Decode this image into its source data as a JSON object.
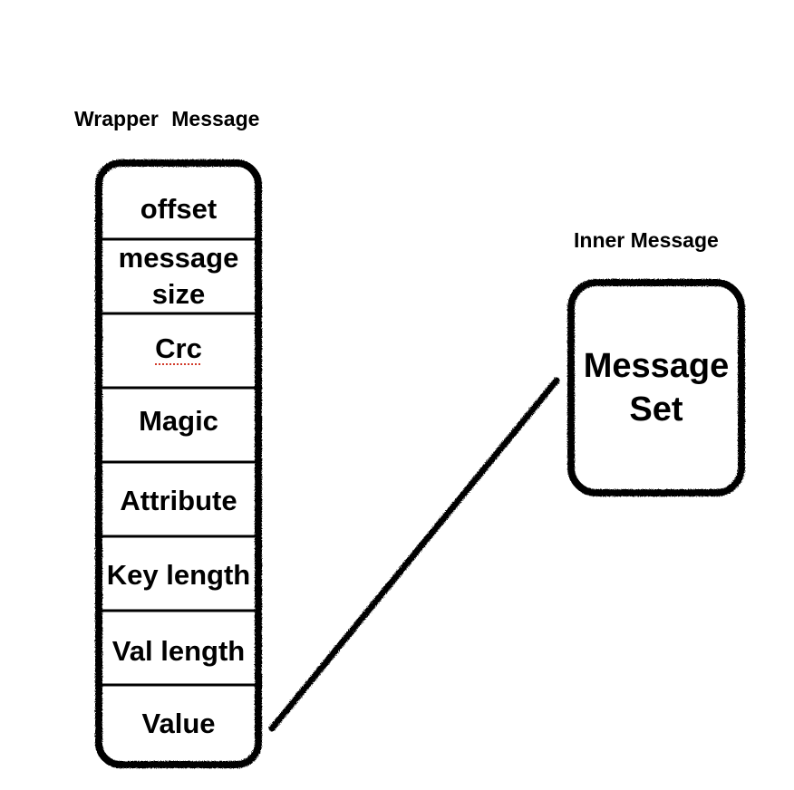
{
  "wrapper": {
    "title": "Wrapper  Message",
    "fields": [
      {
        "label": "offset"
      },
      {
        "label": "message size"
      },
      {
        "label": "Crc"
      },
      {
        "label": "Magic"
      },
      {
        "label": "Attribute"
      },
      {
        "label": "Key length"
      },
      {
        "label": "Val length"
      },
      {
        "label": "Value"
      }
    ]
  },
  "inner": {
    "title": "Inner Message",
    "line1": "Message",
    "line2": "Set"
  },
  "colors": {
    "stroke": "#000000",
    "spell_underline": "#d23a2a"
  }
}
